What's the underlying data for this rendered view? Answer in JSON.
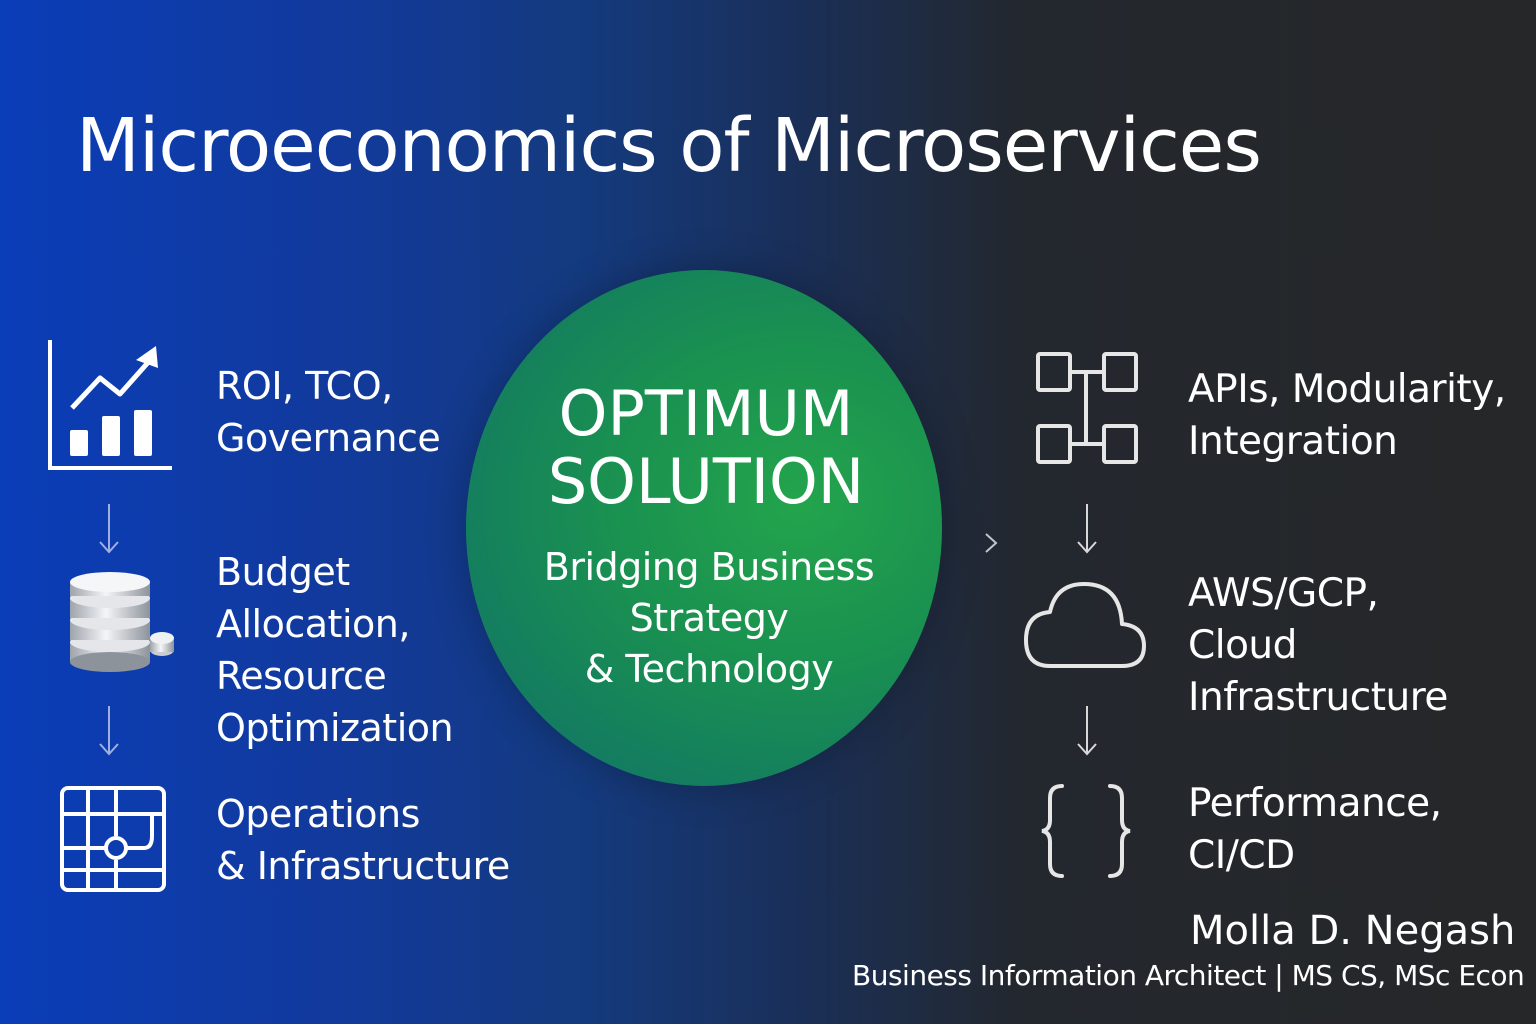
{
  "title": "Microeconomics of Microservices",
  "center": {
    "title": "OPTIMUM\nSOLUTION",
    "subtitle": "Bridging Business\nStrategy\n& Technology"
  },
  "left_items": [
    {
      "label": "ROI, TCO,\nGovernance",
      "icon": "bar-chart-trend-icon"
    },
    {
      "label": "Budget\nAllocation,\nResource\nOptimization",
      "icon": "database-stack-icon"
    },
    {
      "label": "Operations\n& Infrastructure",
      "icon": "grid-map-icon"
    }
  ],
  "right_items": [
    {
      "label": "APIs, Modularity,\nIntegration",
      "icon": "module-blocks-icon"
    },
    {
      "label": "AWS/GCP,\nCloud Infrastructure",
      "icon": "cloud-icon"
    },
    {
      "label": "Performance,\nCI/CD",
      "icon": "curly-braces-icon"
    }
  ],
  "author": {
    "name": "Molla D. Negash",
    "role": "Business Information Architect  |  MS CS, MSc Econ"
  },
  "colors": {
    "background_left": "#0a3db8",
    "background_right": "#262728",
    "circle": "#1a9150",
    "line_left": "#9fb0e0",
    "line_right": "#d8d8d8"
  }
}
